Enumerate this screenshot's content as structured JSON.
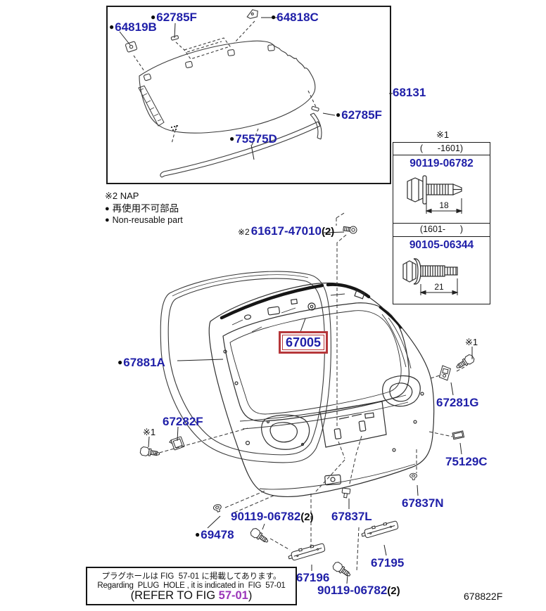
{
  "colors": {
    "part_number_blue": "#1f1fa8",
    "highlight_red": "#b6373a",
    "reference_purple": "#9a35b8"
  },
  "marker_dot": "●",
  "glass_section": {
    "labels": {
      "spacer_top": "62785F",
      "clip_right_top": "64818C",
      "clip_left": "64819B",
      "spacer_right": "62785F",
      "moulding": "75575D",
      "glass_assembly": "68131"
    }
  },
  "legend": {
    "nap": "※2 NAP",
    "jp": "再使用不可部品",
    "en": "Non-reusable part"
  },
  "fastener_table": {
    "ref": "※1",
    "rows": [
      {
        "range": "(      -1601)",
        "part": "90119-06782",
        "length": "18"
      },
      {
        "range": "(1601-      )",
        "part": "90105-06344",
        "length": "21"
      }
    ]
  },
  "door_section": {
    "screw_ref": "※2",
    "screw_part": "61617-47010",
    "screw_qty": "(2)",
    "panel": "67005",
    "weatherstrip": "67881A",
    "cushion": "67282F",
    "cushion_ref": "※1",
    "stopper": "67281G",
    "stopper_ref": "※1",
    "seal": "75129C",
    "grommet_n": "67837N",
    "clip_l": "67837L",
    "bolt_a": "90119-06782",
    "bolt_a_qty": "(2)",
    "plug": "69478",
    "plate_196": "67196",
    "plate_195": "67195",
    "bolt_b": "90119-06782",
    "bolt_b_qty": "(2)"
  },
  "note_box": {
    "line_jp": "プラグホールは FIG  57-01 に掲載してあります。",
    "line_en": "Regarding  PLUG  HOLE , it is indicated in  FIG  57-01",
    "refer_prefix": "(REFER TO FIG ",
    "refer_fig": "57-01",
    "refer_suffix": ")"
  },
  "figure_code": "678822F"
}
